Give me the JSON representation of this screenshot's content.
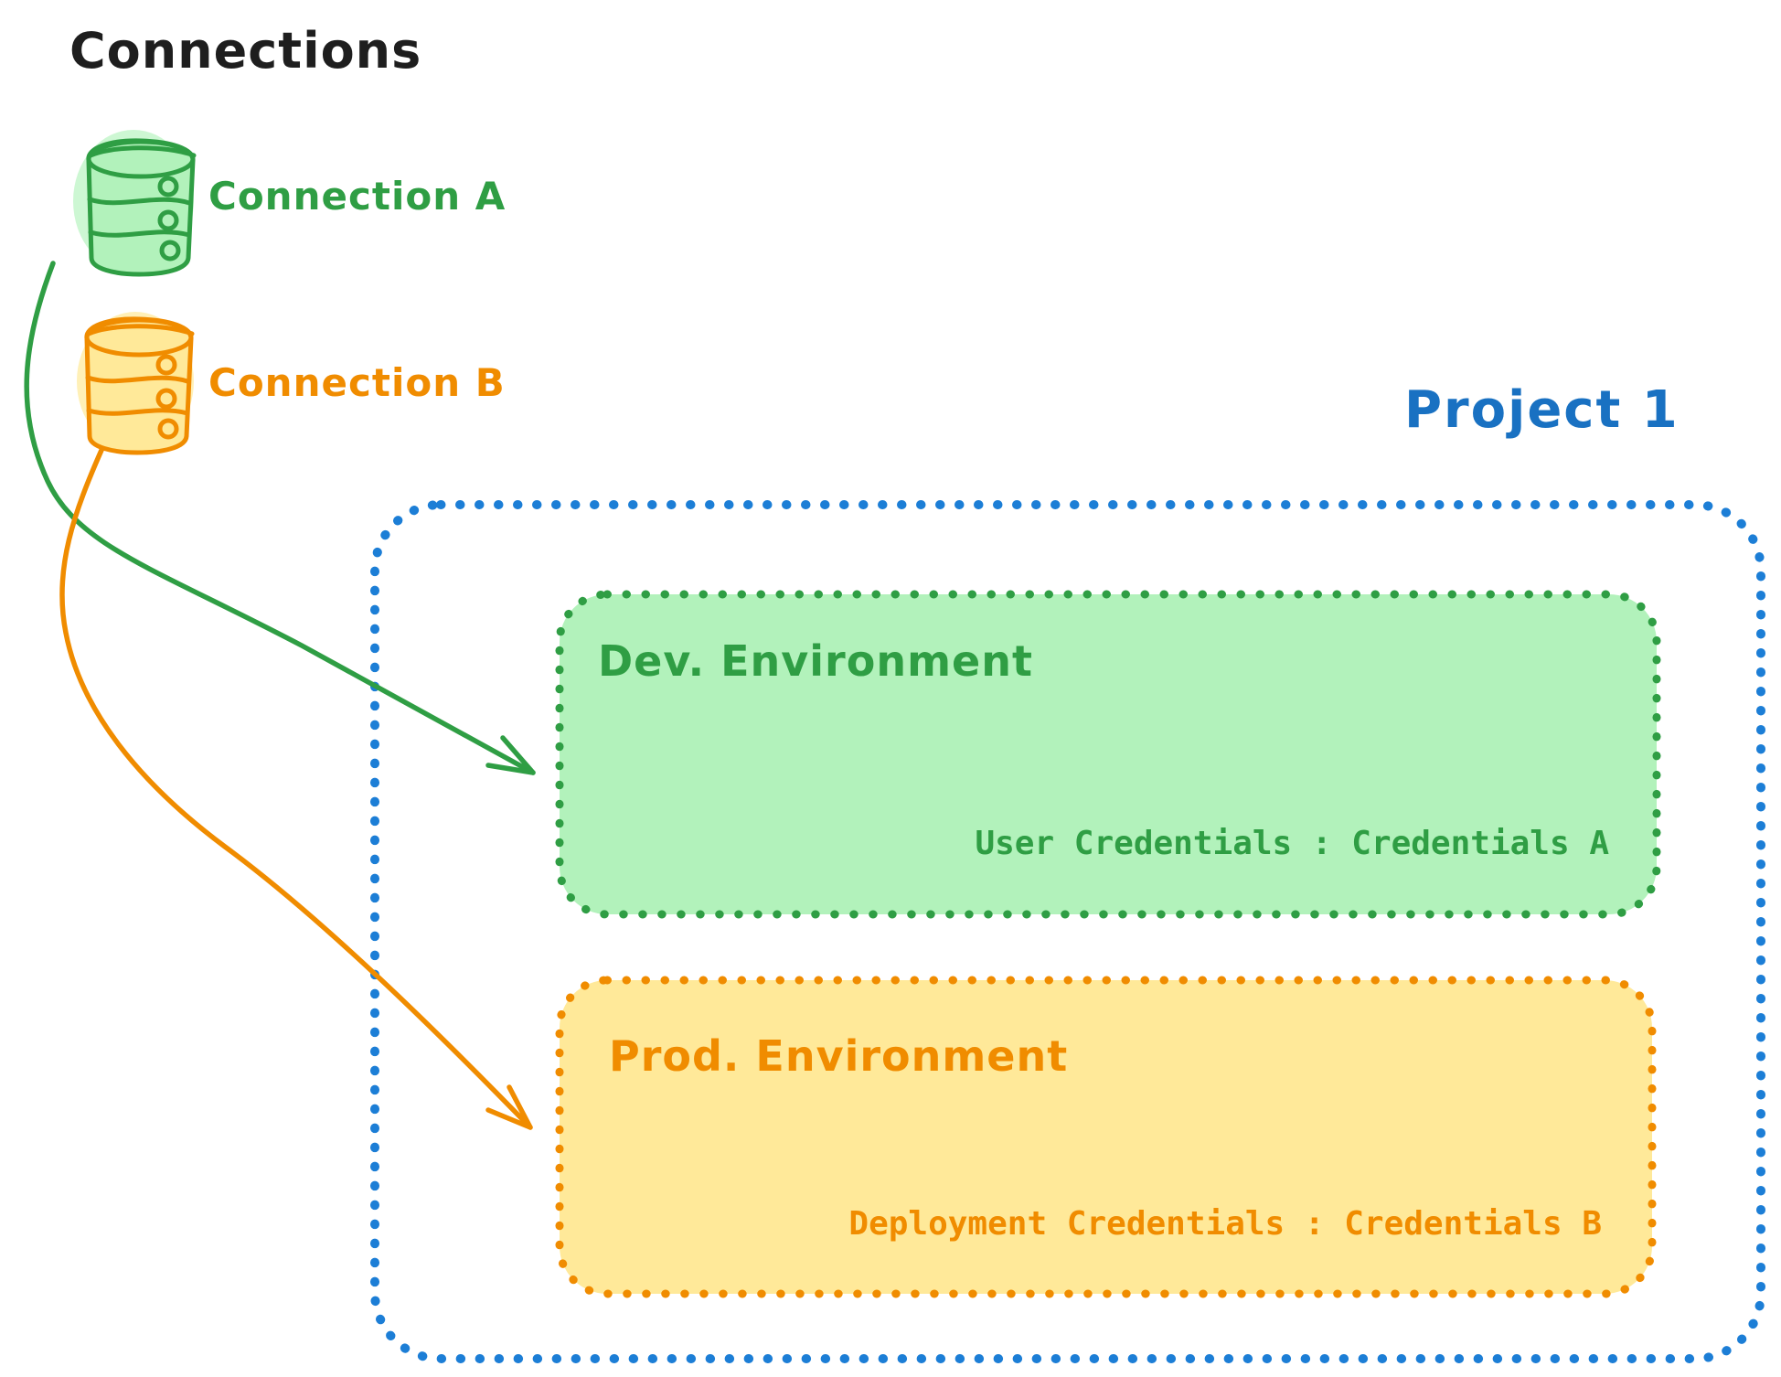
{
  "title": "Connections",
  "colors": {
    "black": "#1e1e1e",
    "green": "#2f9e44",
    "green_bg": "#b2f2bb",
    "orange": "#f08c00",
    "orange_bg": "#ffe999",
    "blue": "#1c7ed6",
    "blue_text": "#1971c2"
  },
  "connections": [
    {
      "label": "Connection A",
      "icon": "database-icon",
      "color": "#2f9e44"
    },
    {
      "label": "Connection B",
      "icon": "database-icon",
      "color": "#f08c00"
    }
  ],
  "project": {
    "label": "Project 1",
    "environments": [
      {
        "name": "Dev. Environment",
        "credentials": "User Credentials : Credentials A"
      },
      {
        "name": "Prod. Environment",
        "credentials": "Deployment Credentials : Credentials B"
      }
    ]
  }
}
